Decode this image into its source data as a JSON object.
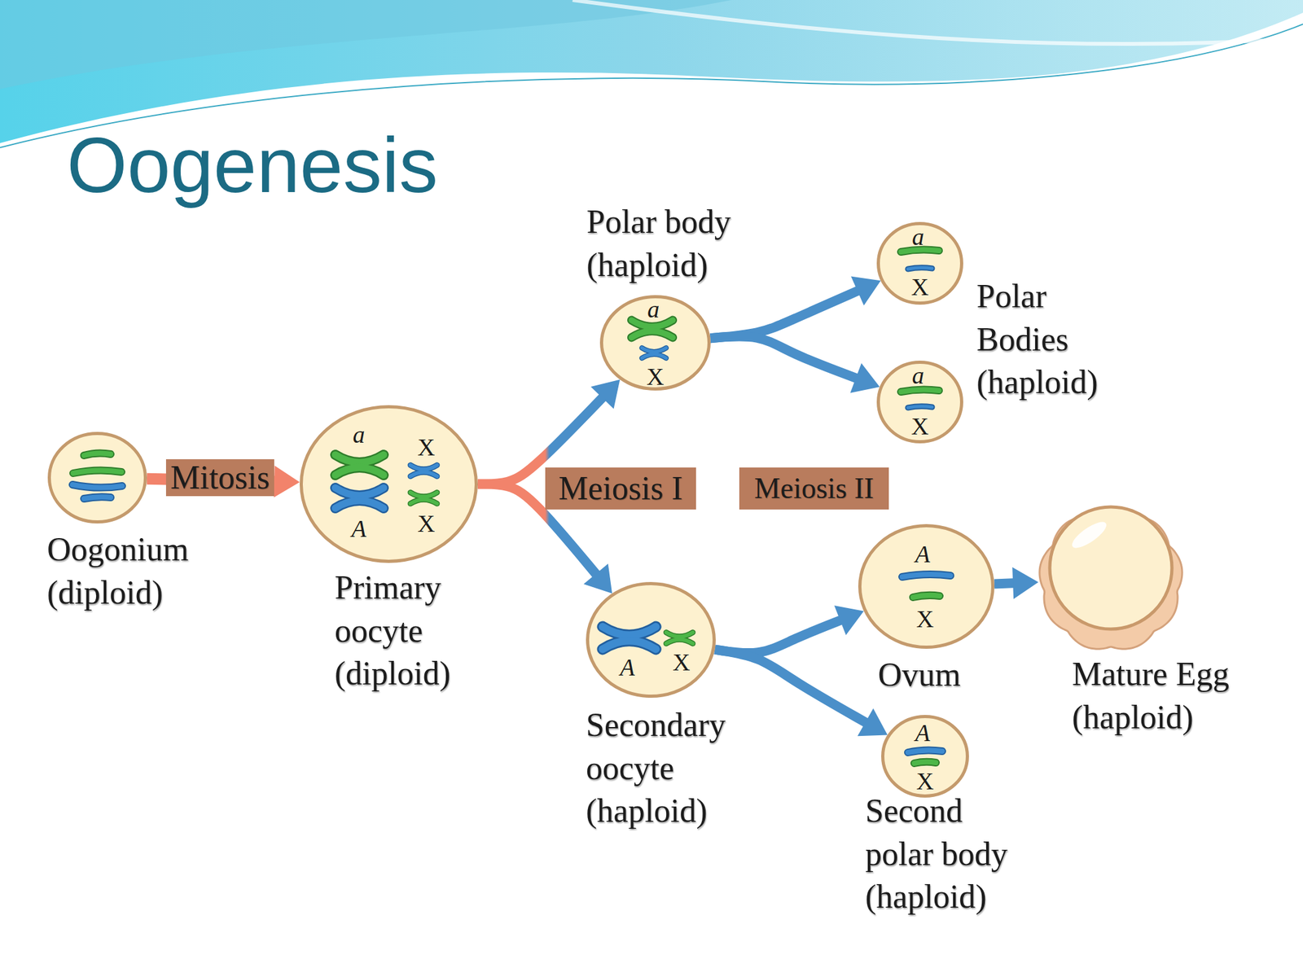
{
  "diagram": {
    "title": "Oogenesis",
    "nodes": [
      {
        "text": [
          "Oogonium (diploid)"
        ]
      },
      {
        "text": [
          "Primary oocyte (diploid)",
          "a",
          "A",
          "X",
          "X"
        ]
      },
      {
        "text": [
          "Polar body (haploid)",
          "a",
          "X"
        ]
      },
      {
        "text": [
          "Secondary oocyte (haploid)",
          "A",
          "X"
        ]
      },
      {
        "text": [
          "a",
          "X"
        ]
      },
      {
        "text": [
          "a",
          "X"
        ]
      },
      {
        "text": [
          "Ovum",
          "A",
          "X"
        ]
      },
      {
        "text": [
          "Second polar body (haploid)",
          "A",
          "X"
        ]
      },
      {
        "text": [
          "Mature Egg (haploid)"
        ]
      }
    ],
    "edges": [
      {
        "from": 0,
        "to": 1,
        "label": "Mitosis",
        "arrow": "to"
      },
      {
        "from": 1,
        "to": 2,
        "arrow": "to"
      },
      {
        "from": 1,
        "to": 3,
        "arrow": "to"
      },
      {
        "from": 2,
        "to": 4,
        "arrow": "to"
      },
      {
        "from": 2,
        "to": 5,
        "arrow": "to"
      },
      {
        "from": 3,
        "to": 6,
        "arrow": "to"
      },
      {
        "from": 3,
        "to": 7,
        "arrow": "to"
      },
      {
        "from": 6,
        "to": 8,
        "arrow": "to"
      }
    ],
    "labels": [
      "Meiosis I",
      "Meiosis II",
      "Polar Bodies (haploid)"
    ]
  }
}
